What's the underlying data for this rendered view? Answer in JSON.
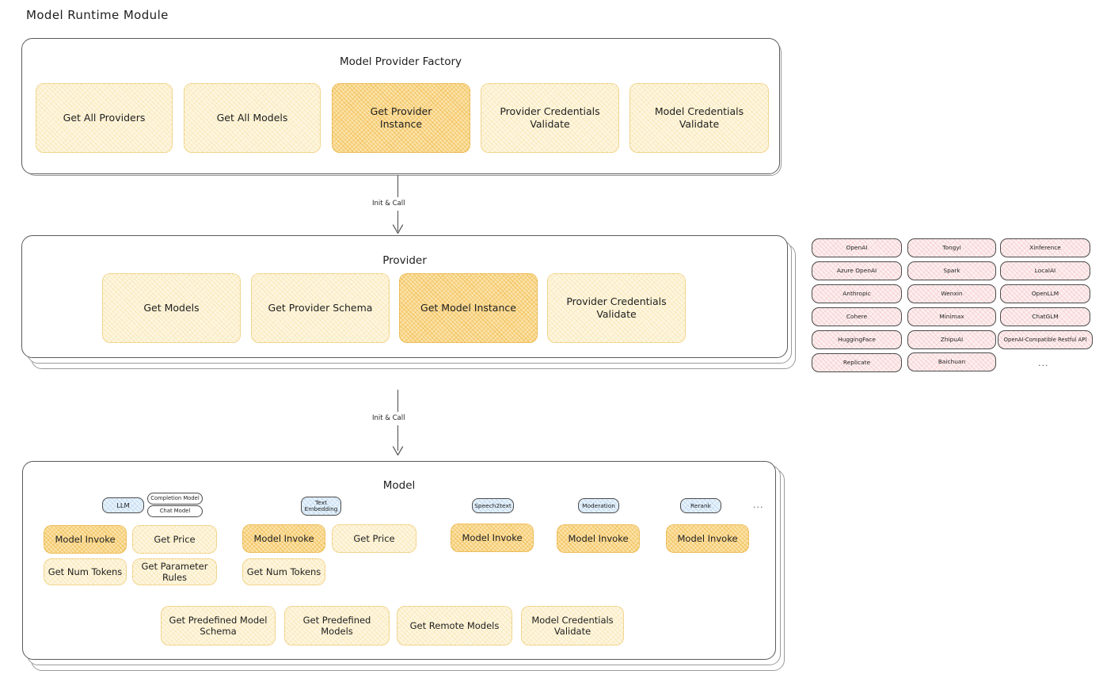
{
  "page": {
    "title": "Model Runtime Module"
  },
  "factory": {
    "title": "Model Provider Factory",
    "nodes": [
      {
        "label": "Get All Providers",
        "highlight": false
      },
      {
        "label": "Get All Models",
        "highlight": false
      },
      {
        "label": "Get Provider Instance",
        "highlight": true
      },
      {
        "label": "Provider Credentials Validate",
        "highlight": false
      },
      {
        "label": "Model Credentials Validate",
        "highlight": false
      }
    ]
  },
  "arrows": [
    {
      "label": "Init & Call"
    },
    {
      "label": "Init & Call"
    }
  ],
  "provider": {
    "title": "Provider",
    "nodes": [
      {
        "label": "Get Models",
        "highlight": false
      },
      {
        "label": "Get Provider Schema",
        "highlight": false
      },
      {
        "label": "Get Model Instance",
        "highlight": true
      },
      {
        "label": "Provider Credentials Validate",
        "highlight": false
      }
    ]
  },
  "provider_list": {
    "columns": [
      [
        "OpenAI",
        "Azure OpenAI",
        "Anthropic",
        "Cohere",
        "HuggingFace",
        "Replicate"
      ],
      [
        "Tongyi",
        "Spark",
        "Wenxin",
        "Minimax",
        "ZhipuAI",
        "Baichuan"
      ],
      [
        "Xinference",
        "LocalAI",
        "OpenLLM",
        "ChatGLM",
        "OpenAI-Compatible Restful API"
      ]
    ],
    "more": "..."
  },
  "model": {
    "title": "Model",
    "more": "...",
    "types": [
      {
        "name": "LLM",
        "sub_badges": [
          "Completion Model",
          "Chat Model"
        ],
        "methods": [
          {
            "label": "Model Invoke",
            "highlight": true
          },
          {
            "label": "Get Price",
            "highlight": false
          },
          {
            "label": "Get Num Tokens",
            "highlight": false
          },
          {
            "label": "Get Parameter Rules",
            "highlight": false
          }
        ]
      },
      {
        "name": "Text Embedding",
        "sub_badges": [],
        "methods": [
          {
            "label": "Model Invoke",
            "highlight": true
          },
          {
            "label": "Get Price",
            "highlight": false
          },
          {
            "label": "Get Num Tokens",
            "highlight": false
          }
        ]
      },
      {
        "name": "Speech2text",
        "sub_badges": [],
        "methods": [
          {
            "label": "Model Invoke",
            "highlight": true
          }
        ]
      },
      {
        "name": "Moderation",
        "sub_badges": [],
        "methods": [
          {
            "label": "Model Invoke",
            "highlight": true
          }
        ]
      },
      {
        "name": "Rerank",
        "sub_badges": [],
        "methods": [
          {
            "label": "Model Invoke",
            "highlight": true
          }
        ]
      }
    ],
    "common_methods": [
      "Get Predefined Model Schema",
      "Get Predefined Models",
      "Get Remote Models",
      "Model Credentials Validate"
    ]
  },
  "colors": {
    "highlight_fill": "#fbe3ab",
    "node_fill": "#fdf6e0",
    "provider_fill": "#fdeff0",
    "model_type_fill": "#e7f2fb",
    "stroke": "#4b4b4b"
  }
}
